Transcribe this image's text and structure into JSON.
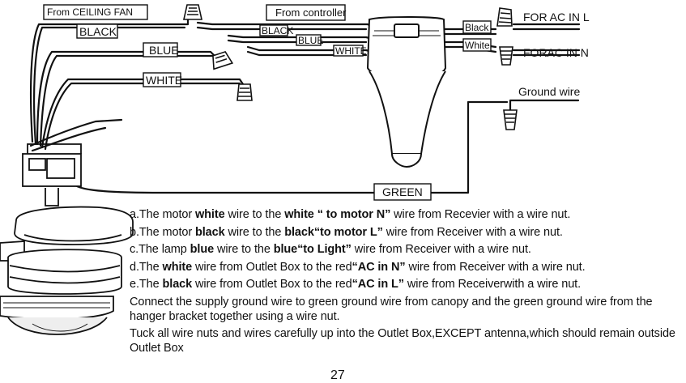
{
  "labels": {
    "from_ceiling_fan": "From CEILING FAN",
    "from_controller": "From controller",
    "black": "BLACK",
    "blue": "BLUE",
    "white": "WHITE",
    "ctrl_black": "BLACK",
    "ctrl_blue": "BLUE",
    "ctrl_white": "WHITE",
    "receiver_black": "Black",
    "receiver_white": "White",
    "for_ac_in_l": "FOR AC IN L",
    "for_ac_in_n": "FORAC IN N",
    "ground_wire": "Ground wire",
    "green": "GREEN"
  },
  "instructions": {
    "a": {
      "prefix": "a.The motor ",
      "b1": "white",
      "mid1": " wire to the ",
      "b2": "white “ to motor N”",
      "suffix": " wire from Recevier with a wire nut."
    },
    "b": {
      "prefix": "b.The motor ",
      "b1": "black",
      "mid1": " wire to the ",
      "b2": "black“to motor L”",
      "suffix": " wire from Receiver with a wire nut."
    },
    "c": {
      "prefix": "c.The lamp ",
      "b1": "blue",
      "mid1": " wire to the ",
      "b2": "blue“to Light”",
      "suffix": " wire from Receiver with a wire nut."
    },
    "d": {
      "prefix": "d.The  ",
      "b1": "white",
      "mid1": " wire from Outlet Box to the red",
      "b2": "“AC in N”",
      "suffix": " wire from Receiver with a wire nut."
    },
    "e": {
      "prefix": "e.The  ",
      "b1": "black",
      "mid1": " wire from Outlet Box to the red",
      "b2": "“AC in L”",
      "suffix": " wire from Receiverwith a wire nut."
    },
    "ground_note": "Connect the supply ground wire to green ground wire from canopy and the green ground wire from the hanger bracket together using a wire nut.",
    "tuck_note": "Tuck all wire nuts and wires carefully up into the Outlet Box,EXCEPT antenna,which should remain outside Outlet Box"
  },
  "page_number": "27"
}
